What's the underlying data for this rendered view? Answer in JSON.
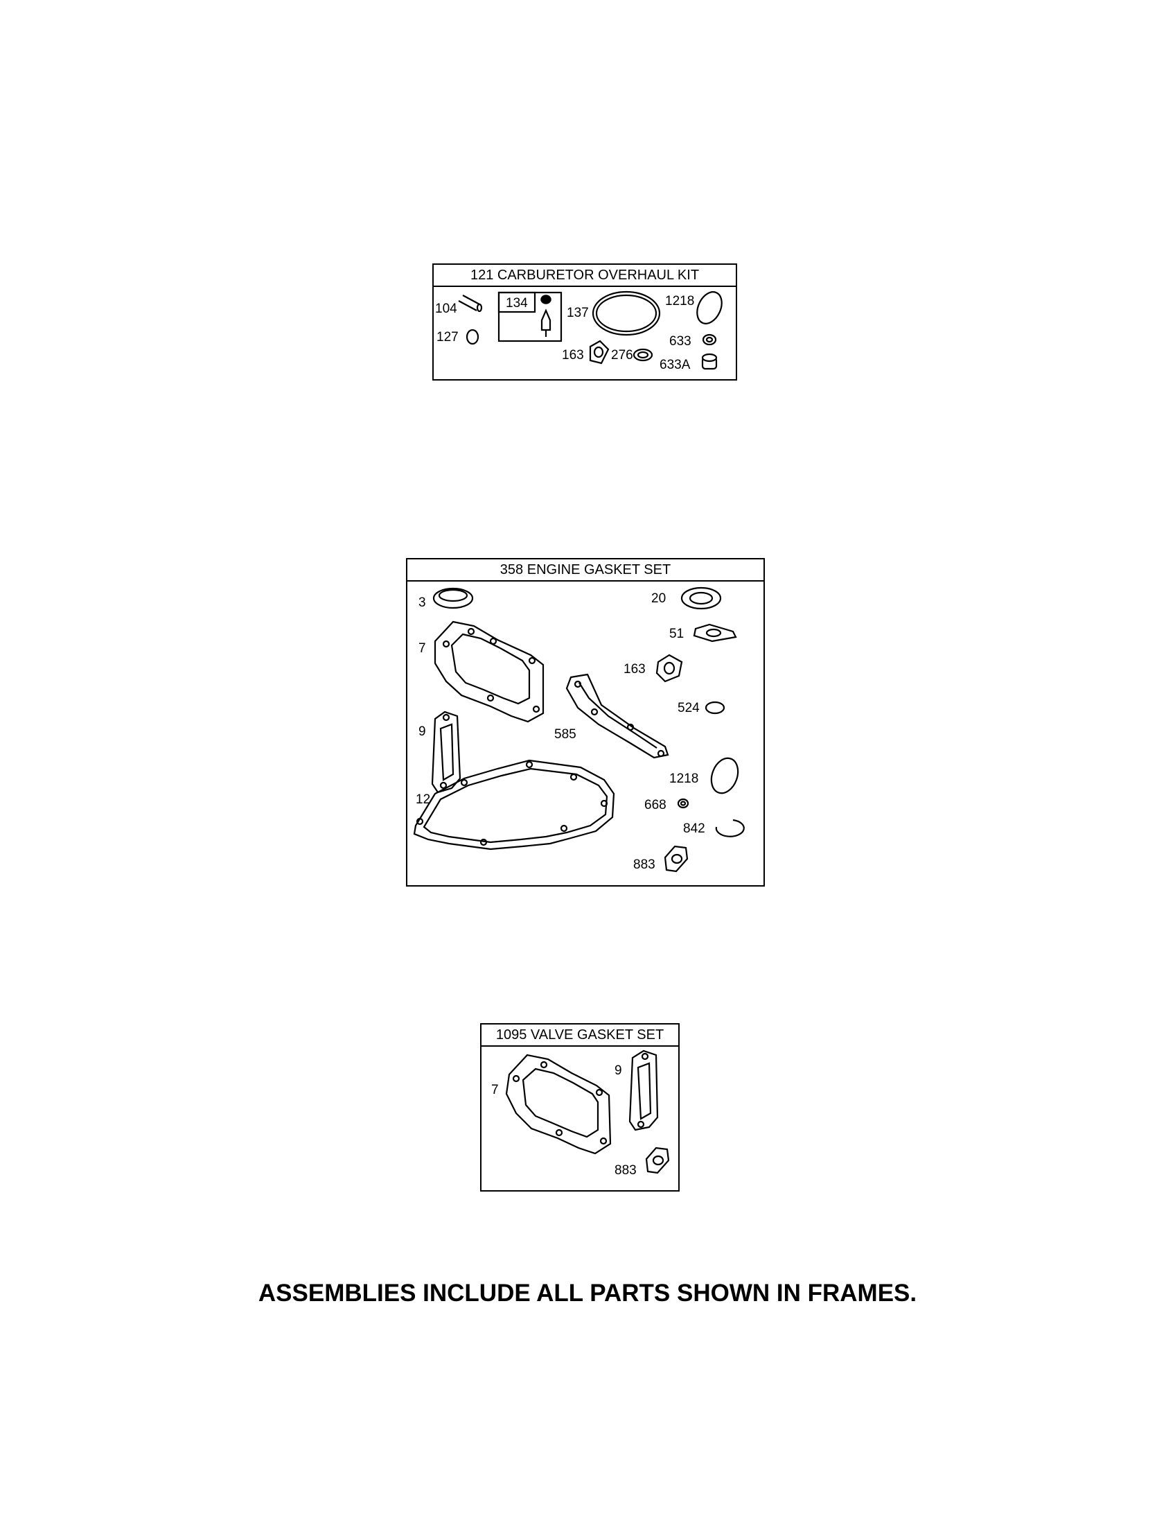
{
  "kits": [
    {
      "title": "121 CARBURETOR OVERHAUL KIT",
      "labels": {
        "p104": "104",
        "p127": "127",
        "p134": "134",
        "p137": "137",
        "p1218": "1218",
        "p633": "633",
        "p163": "163",
        "p276": "276",
        "p633A": "633A"
      }
    },
    {
      "title": "358 ENGINE GASKET SET",
      "labels": {
        "p3": "3",
        "p20": "20",
        "p51": "51",
        "p7": "7",
        "p163": "163",
        "p524": "524",
        "p9": "9",
        "p585": "585",
        "p1218": "1218",
        "p12": "12",
        "p668": "668",
        "p842": "842",
        "p883": "883"
      }
    },
    {
      "title": "1095 VALVE GASKET SET",
      "labels": {
        "p7": "7",
        "p9": "9",
        "p883": "883"
      }
    }
  ],
  "footnote": "ASSEMBLIES INCLUDE ALL PARTS SHOWN IN FRAMES."
}
